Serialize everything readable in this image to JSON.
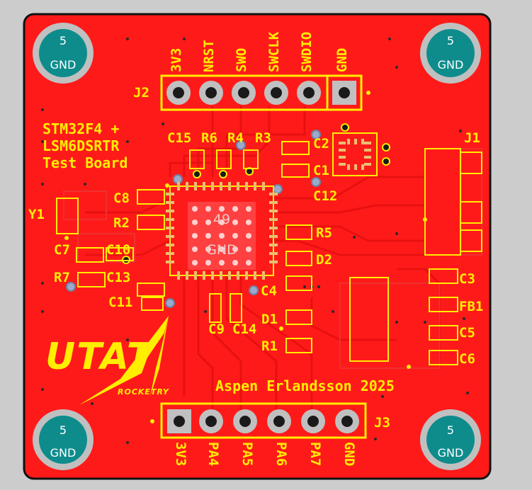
{
  "board": {
    "colors": {
      "background": "#cccccc",
      "copper": "#ff1a1a",
      "silkscreen": "#ffee00",
      "pad_copper": "#e8c070",
      "pad_ring": "#c0c0c0",
      "mount_hole": "#0e8c8c",
      "outline": "#111111"
    },
    "title_lines": [
      "STM32F4 +",
      "LSM6DSRTR",
      "Test Board"
    ],
    "author_line": "Aspen Erlandsson 2025",
    "logo": {
      "main": "UTAT",
      "sub": "ROCKETRY"
    },
    "mount_holes": [
      {
        "number": "5",
        "net": "GND"
      },
      {
        "number": "5",
        "net": "GND"
      },
      {
        "number": "5",
        "net": "GND"
      },
      {
        "number": "5",
        "net": "GND"
      }
    ],
    "mcu": {
      "number": "49",
      "net": "GND"
    },
    "headers": {
      "j2": {
        "ref": "J2",
        "pins": [
          "3V3",
          "NRST",
          "SWO",
          "SWCLK",
          "SWDIO",
          "GND"
        ]
      },
      "j3": {
        "ref": "J3",
        "pins": [
          "3V3",
          "PA4",
          "PA5",
          "PA6",
          "PA7",
          "GND"
        ]
      }
    },
    "designators": {
      "j1": "J1",
      "y1": "Y1",
      "c1": "C1",
      "c2": "C2",
      "c3": "C3",
      "c4": "C4",
      "c5": "C5",
      "c6": "C6",
      "c7": "C7",
      "c8": "C8",
      "c9": "C9",
      "c10": "C10",
      "c11": "C11",
      "c12": "C12",
      "c13": "C13",
      "c14": "C14",
      "c15": "C15",
      "r1": "R1",
      "r2": "R2",
      "r3": "R3",
      "r4": "R4",
      "r5": "R5",
      "r6": "R6",
      "r7": "R7",
      "d1": "D1",
      "d2": "D2",
      "fb1": "FB1"
    }
  }
}
